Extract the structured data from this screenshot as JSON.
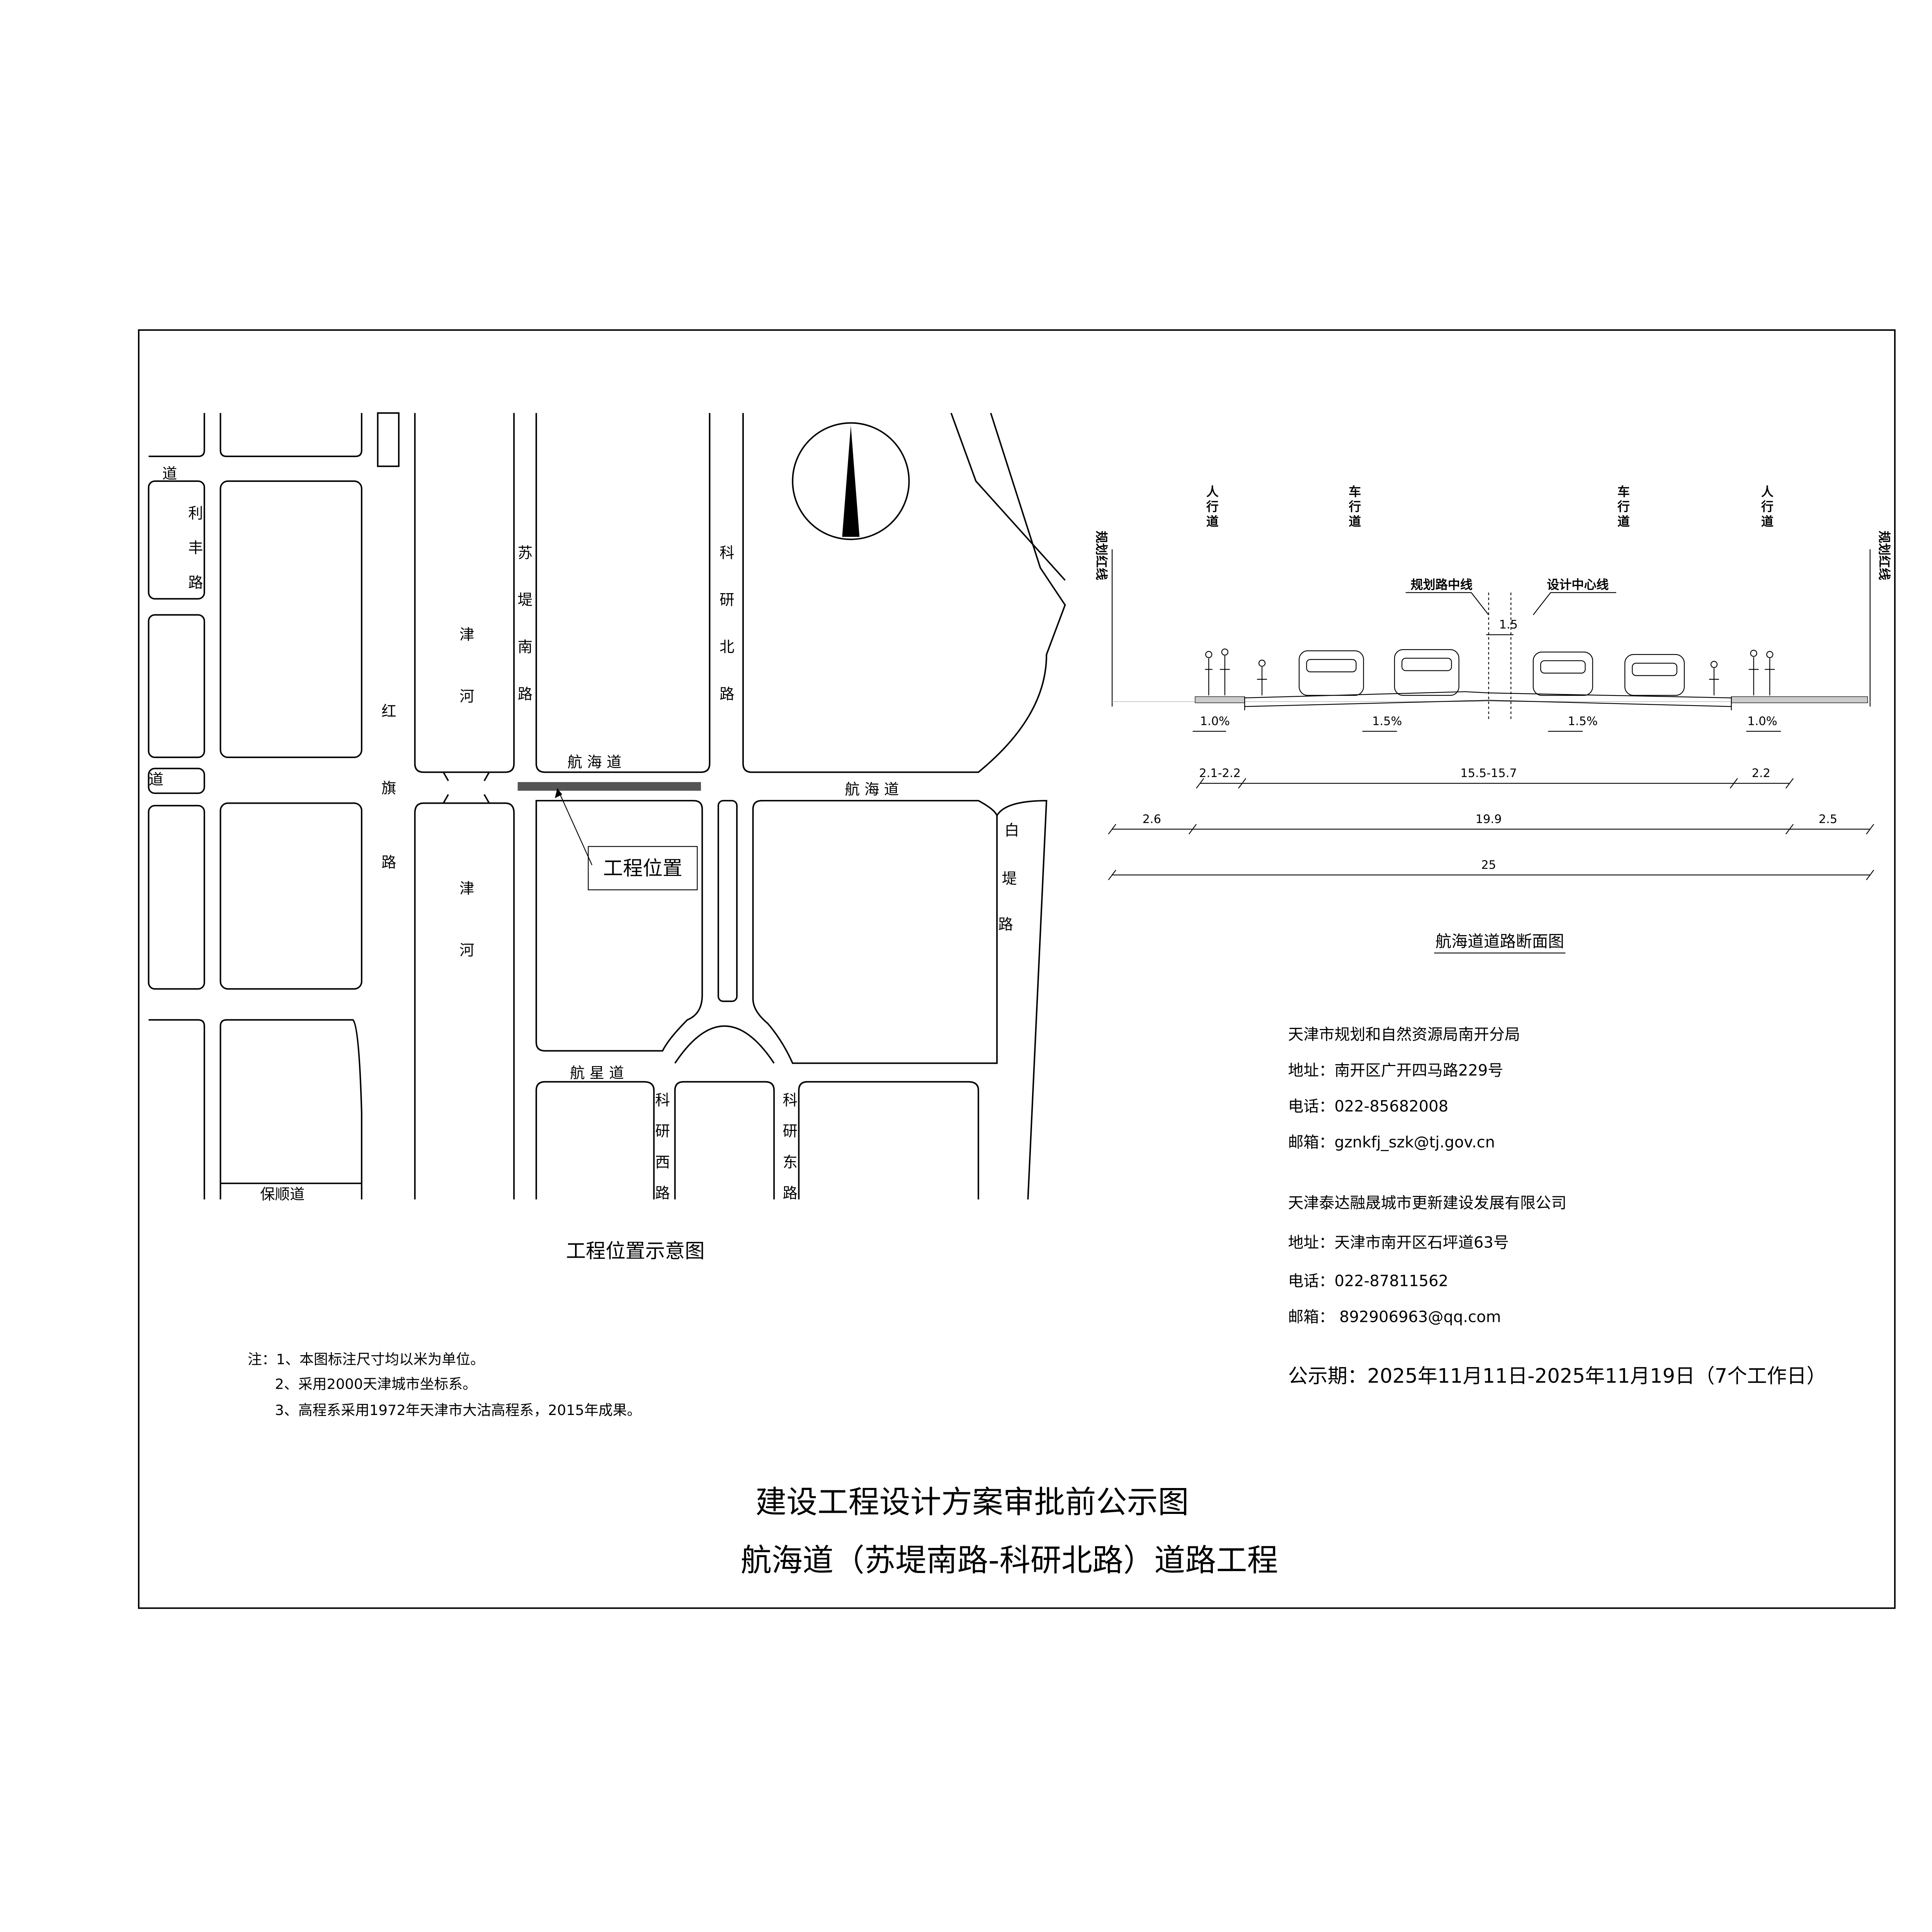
{
  "map": {
    "title": "工程位置示意图",
    "project_location_label": "工程位置",
    "roads": {
      "dao_top_left": "道",
      "lifeng_road": [
        "利",
        "丰",
        "路"
      ],
      "dao_left_mid": "道",
      "hongqi_road": [
        "红",
        "旗",
        "路"
      ],
      "jinhe_upper": [
        "津",
        "河"
      ],
      "jinhe_lower": [
        "津",
        "河"
      ],
      "sudi_south_road": [
        "苏",
        "堤",
        "南",
        "路"
      ],
      "keyan_north_road": [
        "科",
        "研",
        "北",
        "路"
      ],
      "hanghai_road_west": "航 海 道",
      "hanghai_road_east": "航 海 道",
      "baidi_road": [
        "白",
        "堤",
        "路"
      ],
      "hangxing_road": "航 星 道",
      "keyan_west_road": [
        "科",
        "研",
        "西",
        "路"
      ],
      "keyan_east_road": [
        "科",
        "研",
        "东",
        "路"
      ],
      "baoshun_road": "保顺道"
    }
  },
  "section": {
    "title": "航海道道路断面图",
    "top_labels": [
      "人行道",
      "车行道",
      "车行道",
      "人行道"
    ],
    "red_line_label": "规划红线",
    "planned_centerline": "规划路中线",
    "design_centerline": "设计中心线",
    "center_offset": "1.5",
    "slopes": [
      "1.0%",
      "1.5%",
      "1.5%",
      "1.0%"
    ],
    "dims_row1": [
      "2.1-2.2",
      "15.5-15.7",
      "2.2"
    ],
    "dims_row2": [
      "2.6",
      "19.9",
      "2.5"
    ],
    "dims_total": "25"
  },
  "contacts": [
    {
      "org": "天津市规划和自然资源局南开分局",
      "address": "地址：南开区广开四马路229号",
      "phone": "电话：022-85682008",
      "email": "邮箱：gznkfj_szk@tj.gov.cn"
    },
    {
      "org": "天津泰达融晟城市更新建设发展有限公司",
      "address": "地址：天津市南开区石坪道63号",
      "phone": "电话：022-87811562",
      "email": "邮箱： 892906963@qq.com"
    }
  ],
  "publicity_period": "公示期：2025年11月11日-2025年11月19日（7个工作日）",
  "notes": [
    "注：1、本图标注尺寸均以米为单位。",
    "2、采用2000天津城市坐标系。",
    "3、高程系采用1972年天津市大沽高程系，2015年成果。"
  ],
  "footer": {
    "title": "建设工程设计方案审批前公示图",
    "subtitle": "航海道（苏堤南路-科研北路）道路工程"
  }
}
